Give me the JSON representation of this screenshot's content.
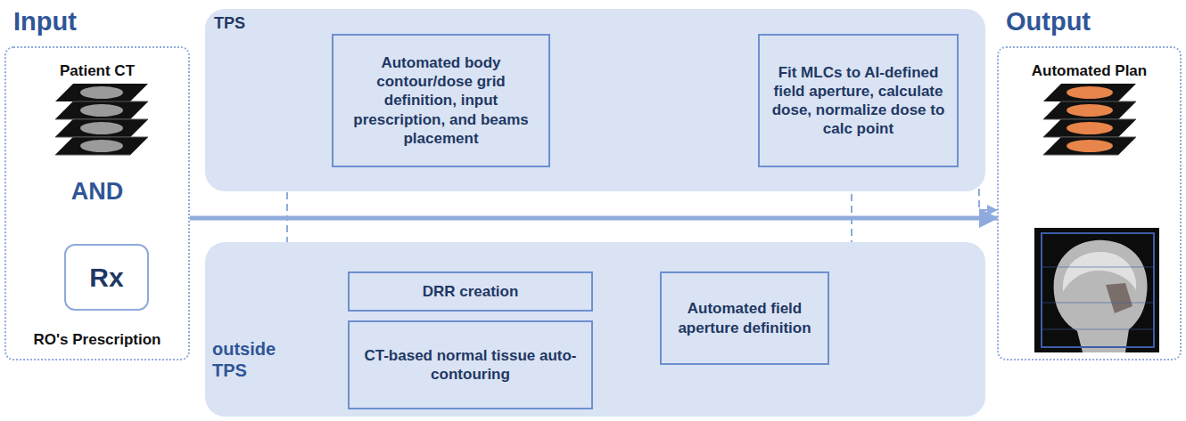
{
  "diagram": {
    "nodes": [
      {
        "text": [
          "Input",
          "Patient CT",
          "AND",
          "RO's Prescription"
        ]
      },
      {
        "text": [
          "Rx"
        ],
        "in": 0
      },
      {
        "text": [
          "TPS"
        ]
      },
      {
        "text": [
          "Automated body contour/dose grid definition, input prescription, and beams placement"
        ],
        "in": 2
      },
      {
        "text": [
          "Fit MLCs to AI-defined field aperture, calculate dose, normalize dose to calc point"
        ],
        "in": 2
      },
      {
        "text": [
          "outside TPS"
        ]
      },
      {
        "text": [
          "DRR creation"
        ],
        "in": 5
      },
      {
        "text": [
          "CT-based normal tissue auto-contouring"
        ],
        "in": 5
      },
      {
        "text": [
          "Automated field aperture definition"
        ],
        "in": 5
      },
      {
        "text": [
          "Output",
          "Automated Plan"
        ]
      }
    ],
    "edges": [
      {
        "from": 0,
        "to": 9,
        "arrow": "to"
      },
      {
        "from": 0,
        "to": 3,
        "arrow": "to"
      },
      {
        "from": 0,
        "to": 6,
        "arrow": "to"
      },
      {
        "from": 0,
        "to": 7,
        "arrow": "to"
      },
      {
        "from": 3,
        "to": 4,
        "arrow": "to"
      },
      {
        "from": 6,
        "to": 8,
        "arrow": "to"
      },
      {
        "from": 7,
        "to": 8,
        "arrow": "to"
      },
      {
        "from": 8,
        "to": 4,
        "arrow": "to"
      },
      {
        "from": 4,
        "to": 9,
        "arrow": "to"
      }
    ]
  }
}
